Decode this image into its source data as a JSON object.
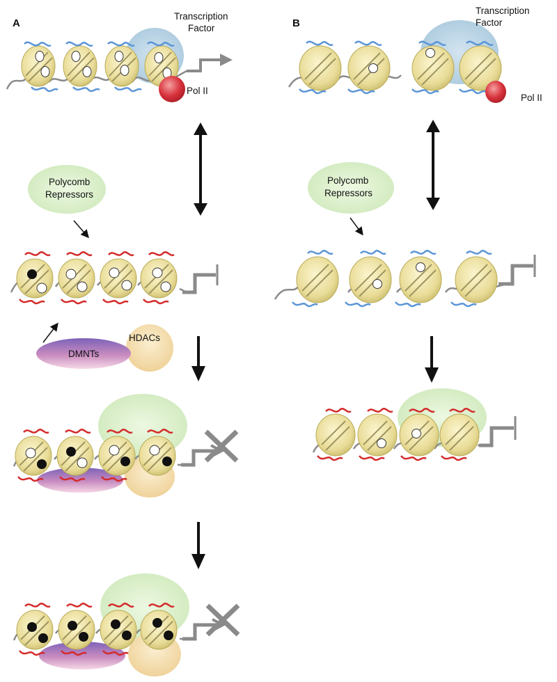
{
  "panel_a": {
    "letter": "A",
    "transcription_factor": [
      "Transcription",
      "Factor"
    ],
    "pol_ii": "Pol II",
    "polycomb": [
      "Polycomb",
      "Repressors"
    ],
    "dmnts": "DMNTs",
    "hdacs": "HDACs"
  },
  "panel_b": {
    "letter": "B",
    "transcription_factor": [
      "Transcription",
      "Factor"
    ],
    "pol_ii": "Pol II",
    "polycomb": [
      "Polycomb",
      "Repressors"
    ]
  },
  "colors": {
    "nucleosome": "#e9dc98",
    "nucleosome_stroke": "#b8ab55",
    "active_tail": "#5b95d6",
    "repressive_tail": "#d42a2a",
    "dna": "#8a8a8a",
    "transcription_factor": "#a9c9de",
    "pol_ii": "#d8323c",
    "polycomb": "#d9efc6",
    "dmnts_top": "#7d62b8",
    "dmnts_bottom": "#f2c8dc",
    "hdacs": "#f3dda2",
    "promoter": "#8a8a8a"
  },
  "icons": [
    "arrow-icon",
    "double-arrow-icon",
    "promoter-arrow-icon",
    "blocked-promoter-icon"
  ]
}
